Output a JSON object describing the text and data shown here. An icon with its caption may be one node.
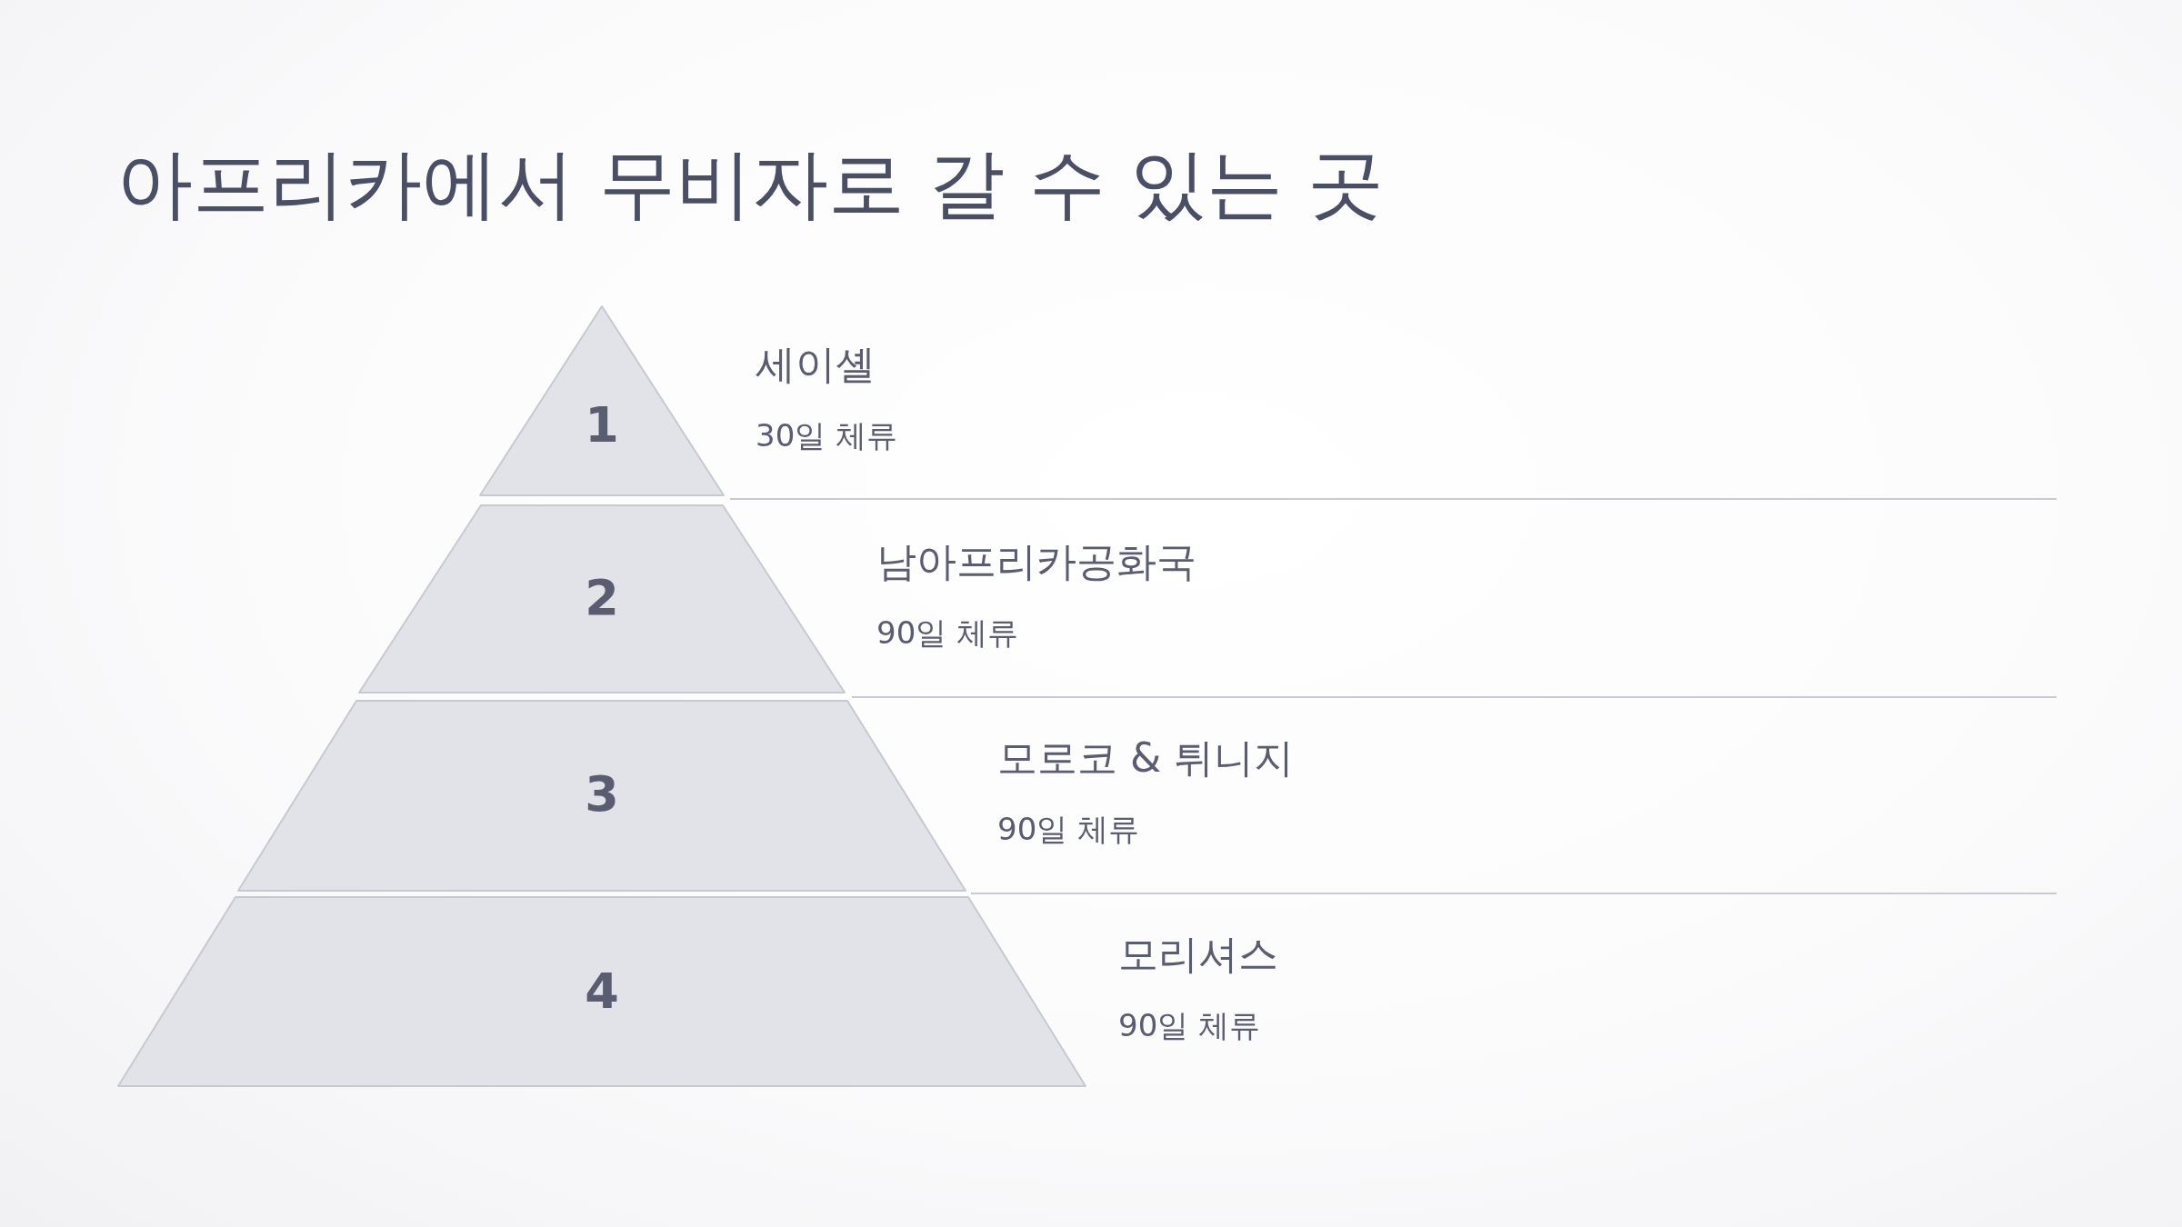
{
  "diagram": {
    "title": "아프리카에서 무비자로 갈 수 있는 곳",
    "nodes": [
      {
        "text": [
          "1"
        ],
        "beside": [
          "세이셸",
          "30일 체류"
        ]
      },
      {
        "text": [
          "2"
        ],
        "beside": [
          "남아프리카공화국",
          "90일 체류"
        ]
      },
      {
        "text": [
          "3"
        ],
        "beside": [
          "모로코 & 튀니지",
          "90일 체류"
        ]
      },
      {
        "text": [
          "4"
        ],
        "beside": [
          "모리셔스",
          "90일 체류"
        ]
      }
    ]
  }
}
